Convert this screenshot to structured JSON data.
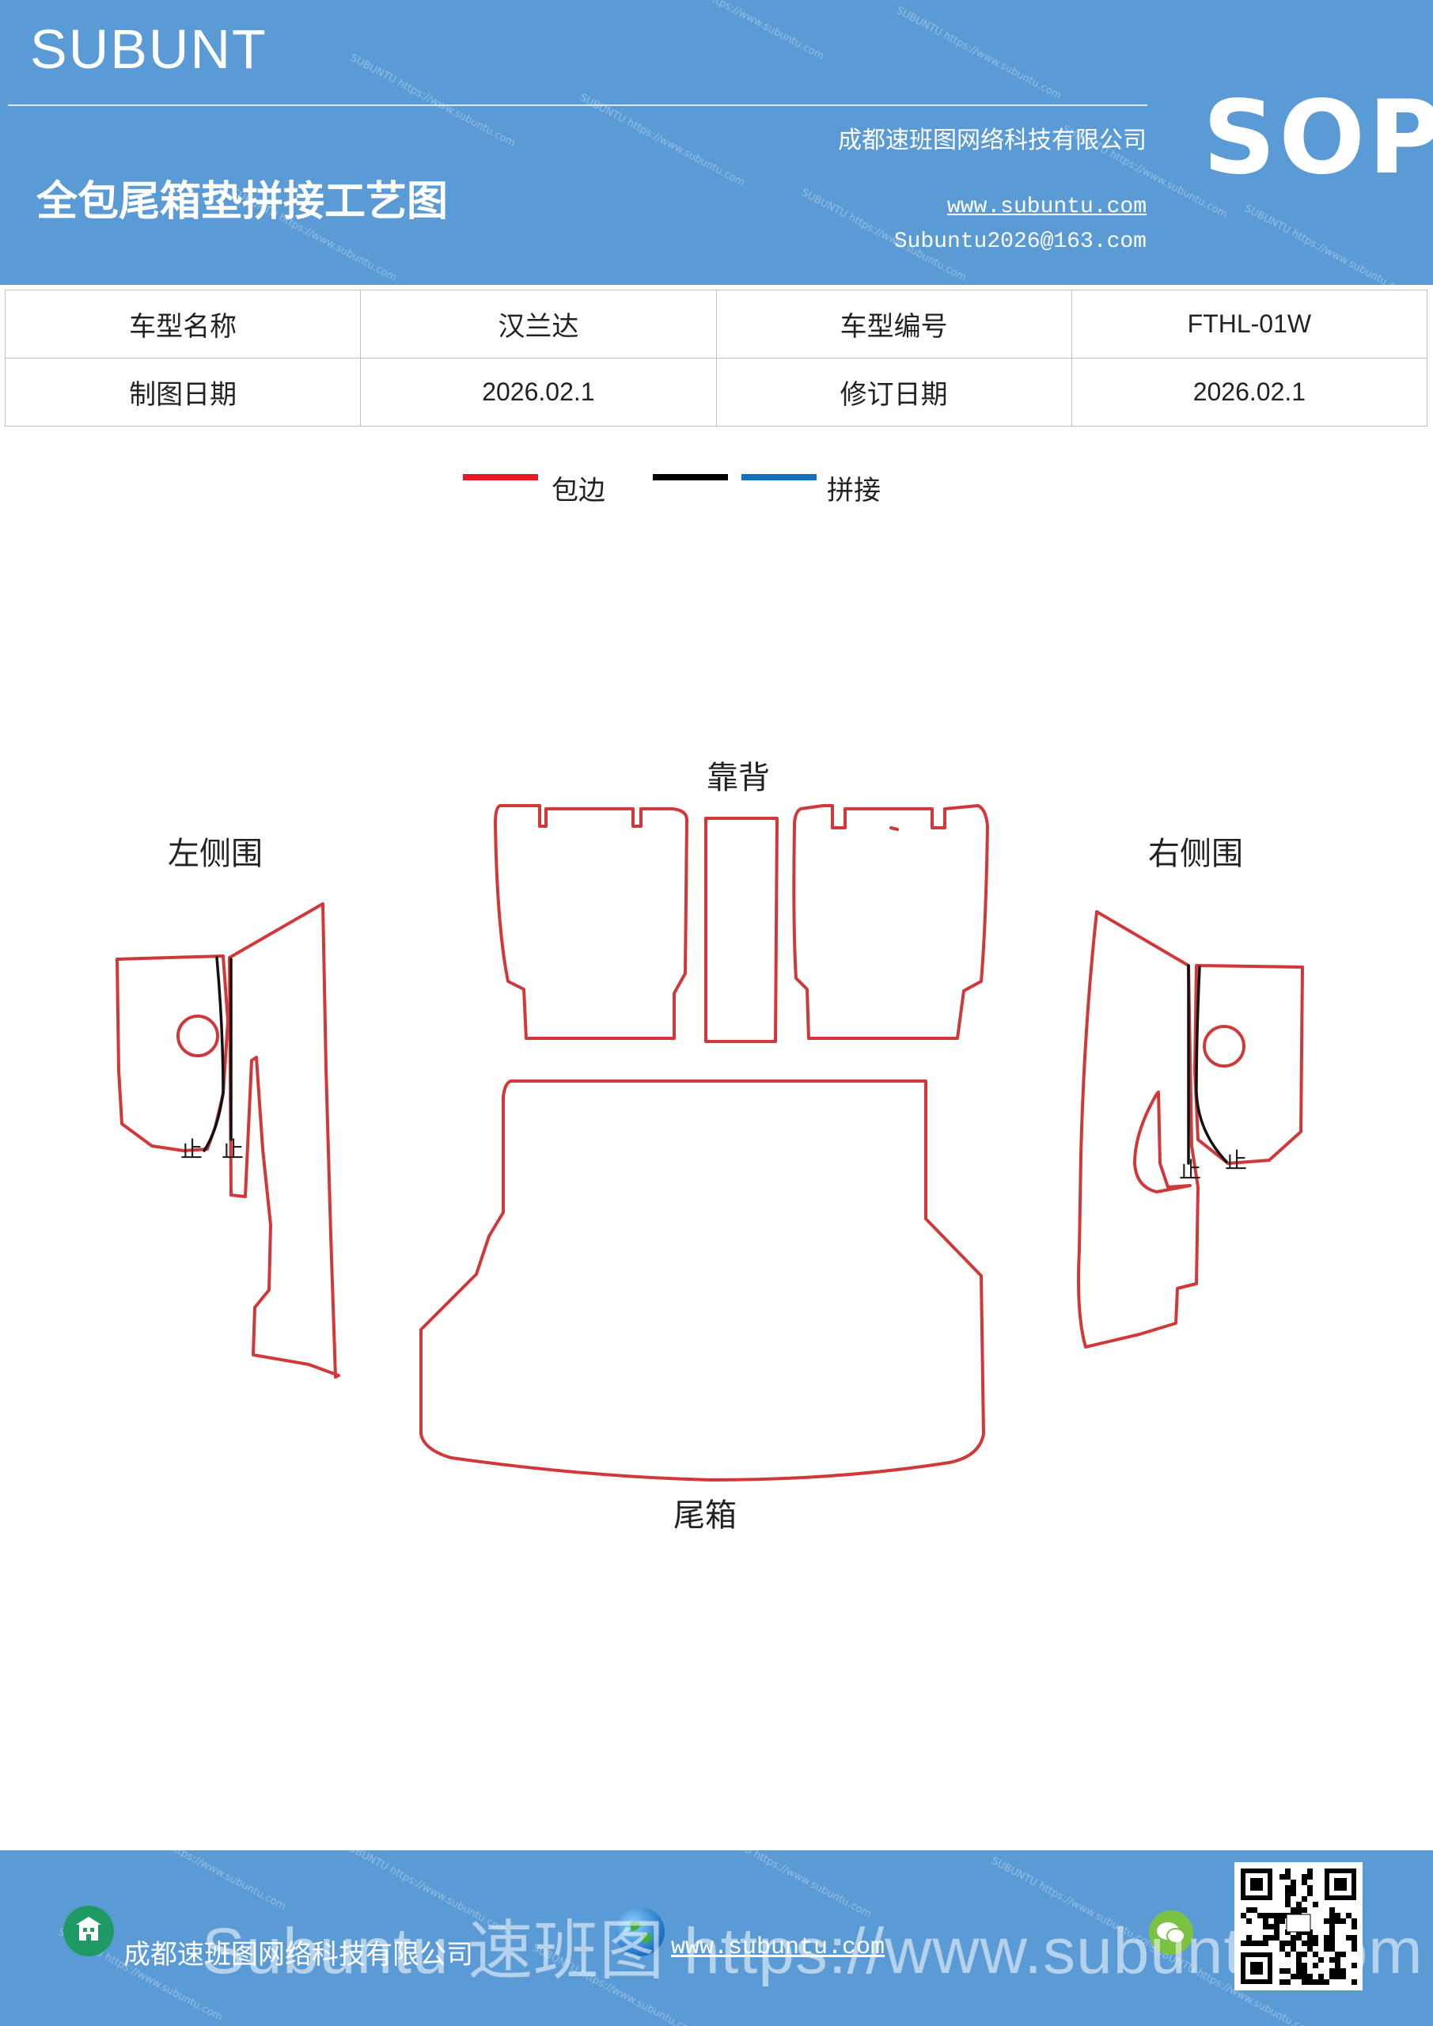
{
  "header": {
    "brand": "SUBUNT",
    "title": "全包尾箱垫拼接工艺图",
    "company": "成都速班图网络科技有限公司",
    "website": "www.subuntu.com",
    "email": "Subuntu2026@163.com",
    "badge": "SOP",
    "watermark": "SUBUNTU https://www.subuntu.com"
  },
  "info_table": {
    "model_name_label": "车型名称",
    "model_name": "汉兰达",
    "model_code_label": "车型编号",
    "model_code": "FTHL-01W",
    "draw_date_label": "制图日期",
    "draw_date": "2026.02.1",
    "revise_date_label": "修订日期",
    "revise_date": "2026.02.1"
  },
  "legend": {
    "edge_label": "包边",
    "edge_color": "#e31b23",
    "black_color": "#000000",
    "splice_color": "#1470c0",
    "splice_label": "拼接"
  },
  "drawing": {
    "outline_color": "#d0383a",
    "seam_color": "#111111",
    "parts": {
      "backrest": "靠背",
      "left_side": "左侧围",
      "right_side": "右侧围",
      "trunk": "尾箱"
    },
    "stop_mark": "止"
  },
  "footer": {
    "company": "成都速班图网络科技有限公司",
    "website": "www.subuntu.com",
    "big_watermark": "Subuntu 速班图 https://www.subuntu.com"
  }
}
